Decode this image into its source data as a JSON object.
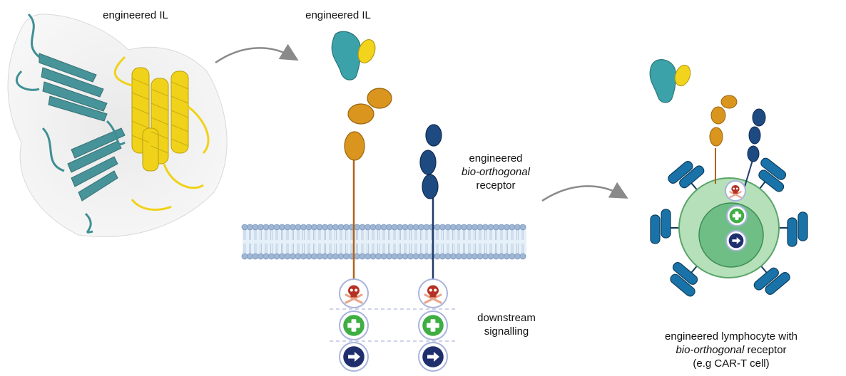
{
  "labels": {
    "protein_title": "engineered IL",
    "ligand_title": "engineered IL",
    "receptor_line1": "engineered",
    "receptor_line2_italic": "bio-orthogonal",
    "receptor_line3": "receptor",
    "signalling_line1": "downstream",
    "signalling_line2": "signalling",
    "cell_line1": "engineered lymphocyte with",
    "cell_line2_italic": "bio-orthogonal",
    "cell_line2_rest": " receptor",
    "cell_line3": "(e.g CAR-T cell)"
  },
  "colors": {
    "teal": "#3aa2a8",
    "yellow": "#f2d41c",
    "orange": "#d9951e",
    "navy": "#1e4a82",
    "membrane": "#9fb6d4",
    "cell_outer": "#b6e0b9",
    "cell_inner": "#6fbe86",
    "car": "#1a73a8",
    "plus_green": "#3fae43",
    "skull_red": "#b53124"
  },
  "icons": [
    "skull-crossbones-icon",
    "plus-icon",
    "arrow-right-icon",
    "curved-arrow-icon"
  ]
}
